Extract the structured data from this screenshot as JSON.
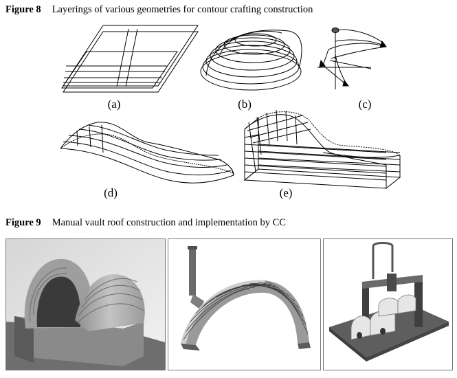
{
  "figure8": {
    "number": "Figure 8",
    "title": "Layerings of various geometries for contour crafting construction",
    "labels": {
      "a": "(a)",
      "b": "(b)",
      "c": "(c)",
      "d": "(d)",
      "e": "(e)"
    }
  },
  "figure9": {
    "number": "Figure 9",
    "title": "Manual vault roof construction and implementation by CC"
  }
}
